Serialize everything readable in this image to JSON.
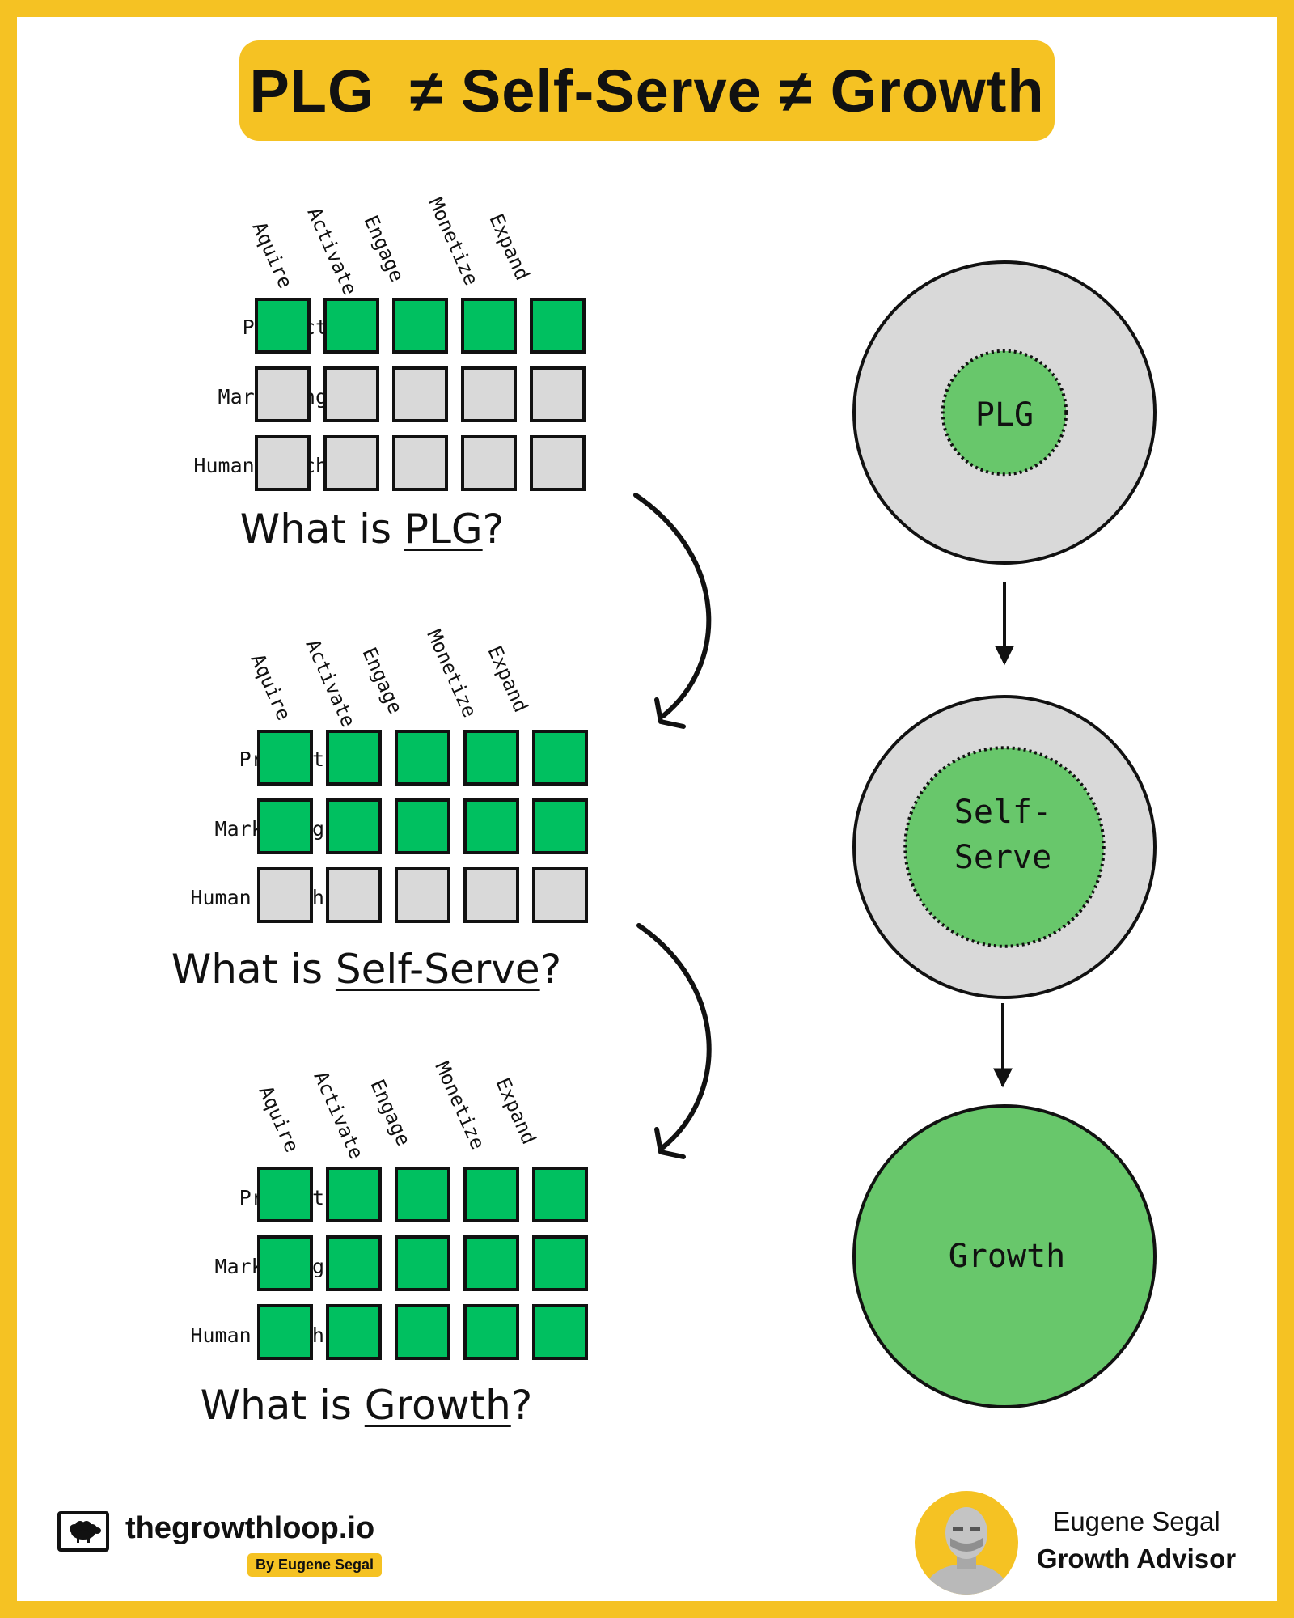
{
  "title": "PLG  ≠ Self-Serve ≠ Growth",
  "stages": [
    "Aquire",
    "Activate",
    "Engage",
    "Monetize",
    "Expand"
  ],
  "channels": [
    "Product",
    "Marketing",
    "Human Touch"
  ],
  "matrices": [
    {
      "caption_prefix": "What is ",
      "caption_term": "PLG",
      "caption_suffix": "?",
      "filled": [
        [
          true,
          true,
          true,
          true,
          true
        ],
        [
          false,
          false,
          false,
          false,
          false
        ],
        [
          false,
          false,
          false,
          false,
          false
        ]
      ]
    },
    {
      "caption_prefix": "What is ",
      "caption_term": "Self-Serve",
      "caption_suffix": "?",
      "filled": [
        [
          true,
          true,
          true,
          true,
          true
        ],
        [
          true,
          true,
          true,
          true,
          true
        ],
        [
          false,
          false,
          false,
          false,
          false
        ]
      ]
    },
    {
      "caption_prefix": "What is ",
      "caption_term": "Growth",
      "caption_suffix": "?",
      "filled": [
        [
          true,
          true,
          true,
          true,
          true
        ],
        [
          true,
          true,
          true,
          true,
          true
        ],
        [
          true,
          true,
          true,
          true,
          true
        ]
      ]
    }
  ],
  "circles": [
    {
      "label": "PLG",
      "inner_fraction": 0.41,
      "fully_filled": false
    },
    {
      "label": "Self-\nServe",
      "inner_fraction": 0.66,
      "fully_filled": false
    },
    {
      "label": "Growth",
      "inner_fraction": 1.0,
      "fully_filled": true
    }
  ],
  "colors": {
    "frame": "#f5c223",
    "active_cell": "#00c060",
    "inactive_cell": "#d9d9d9",
    "circle_outer": "#d9d9d9",
    "circle_inner": "#68c76b"
  },
  "footer": {
    "brand": "thegrowthloop.io",
    "brand_tag": "By Eugene Segal",
    "author_name": "Eugene Segal",
    "author_role": "Growth Advisor",
    "brand_icon": "sheep-icon",
    "avatar_icon": "portrait-icon"
  }
}
